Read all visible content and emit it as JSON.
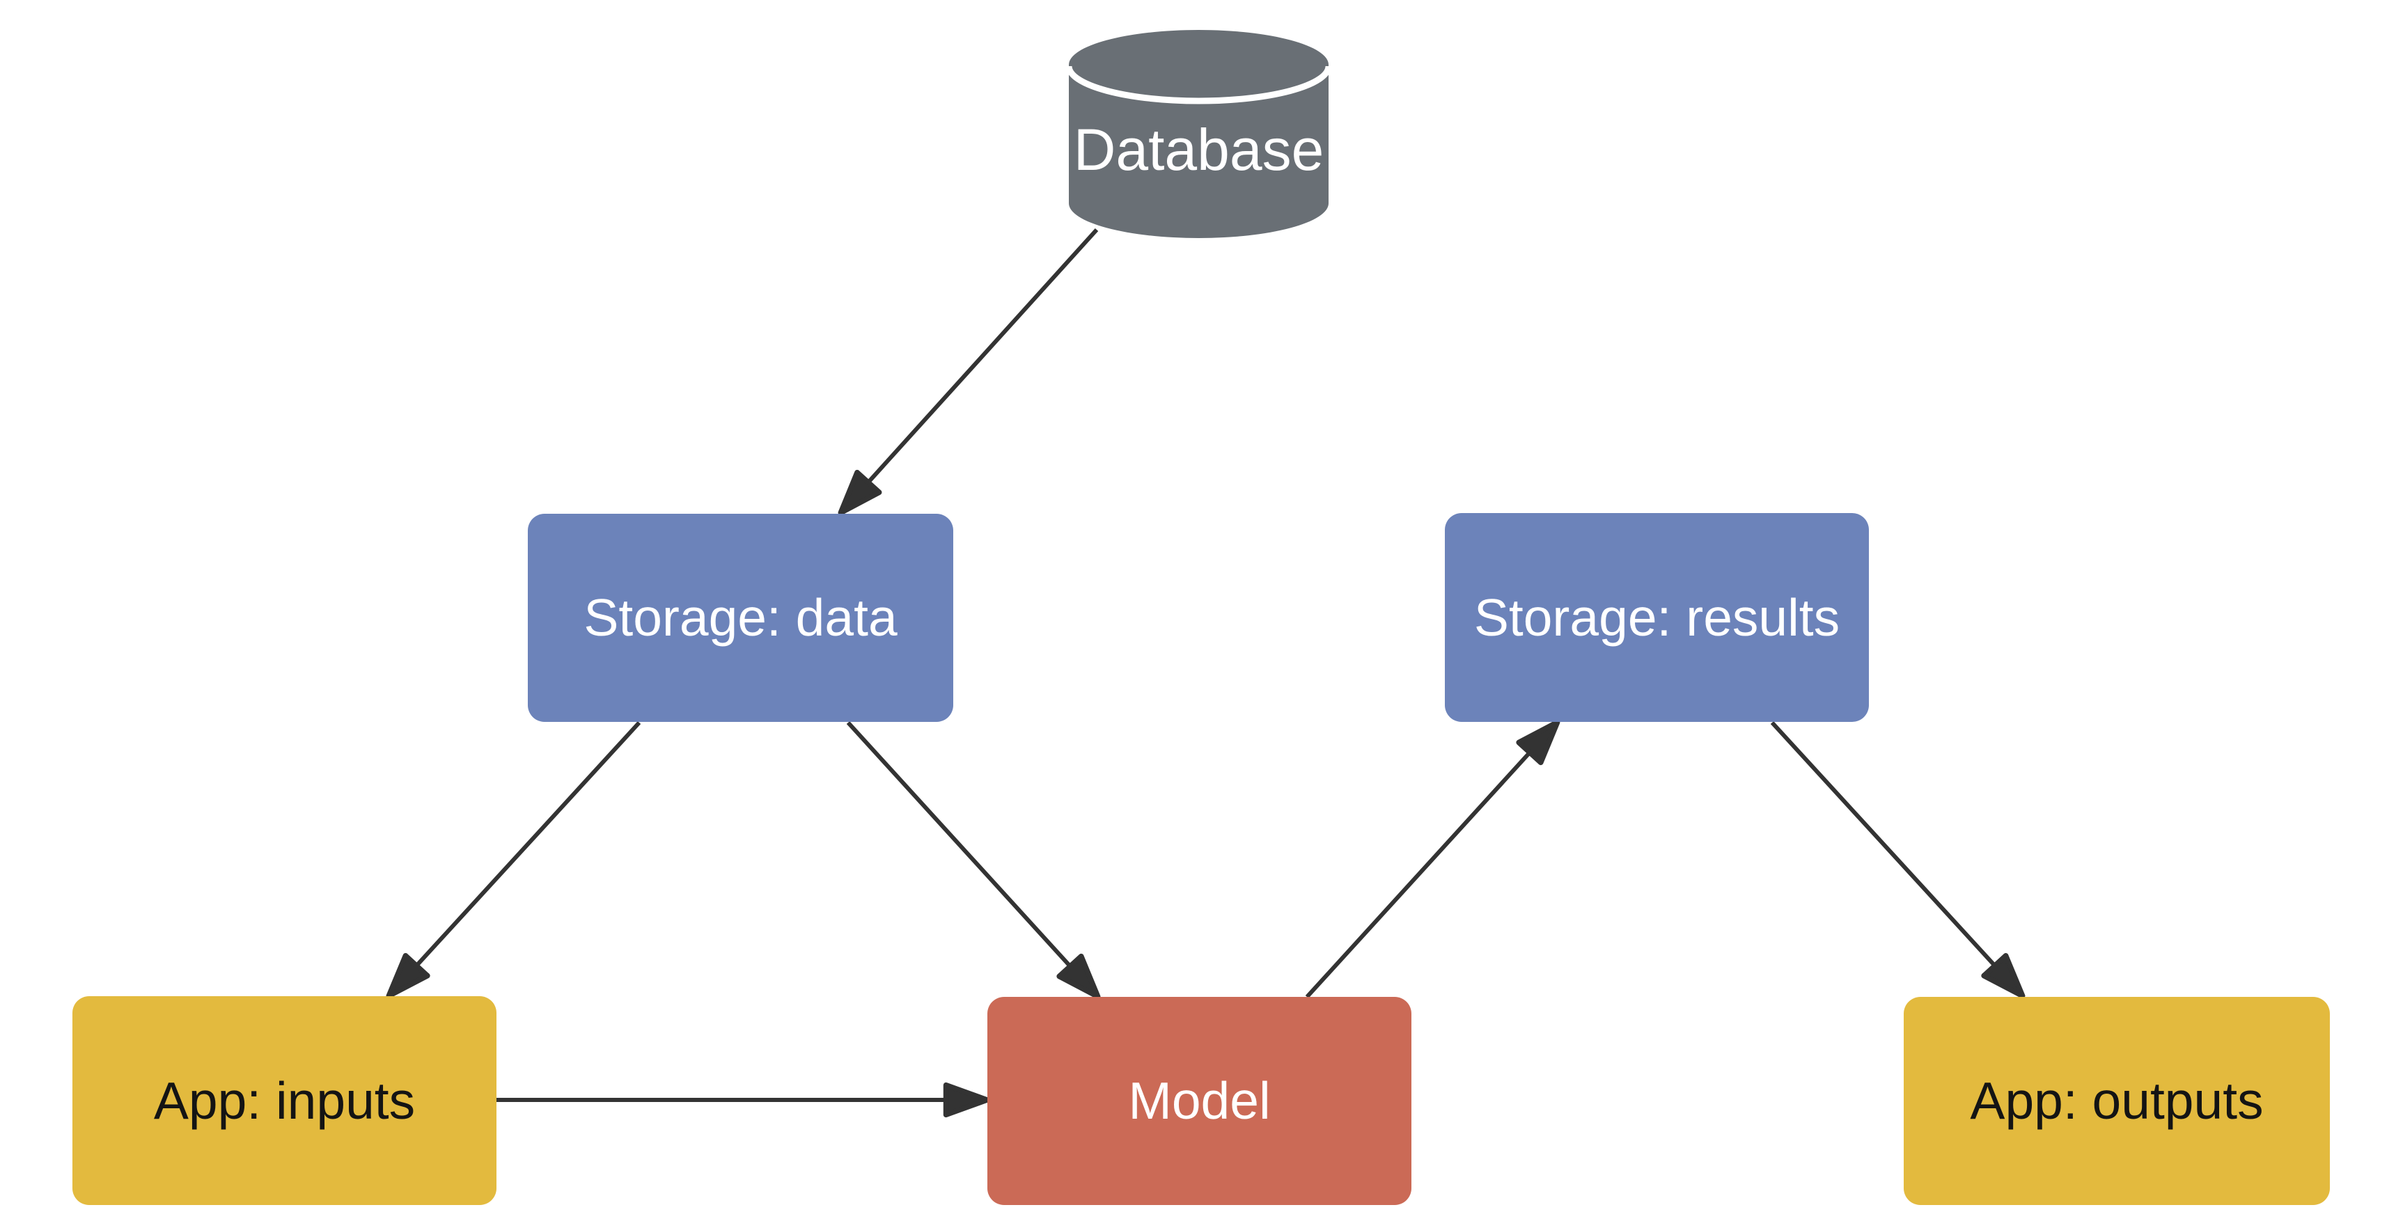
{
  "diagram": {
    "type": "flowchart",
    "background_color": "#ffffff",
    "arrow_color": "#333333",
    "nodes": [
      {
        "id": "database",
        "label": "Database",
        "shape": "cylinder",
        "fill": "#696f75",
        "text_color": "#ffffff"
      },
      {
        "id": "storage-data",
        "label": "Storage: data",
        "shape": "rounded-rect",
        "fill": "#6c83ba",
        "text_color": "#ffffff"
      },
      {
        "id": "storage-results",
        "label": "Storage: results",
        "shape": "rounded-rect",
        "fill": "#6c83ba",
        "text_color": "#ffffff"
      },
      {
        "id": "app-inputs",
        "label": "App: inputs",
        "shape": "rounded-rect",
        "fill": "#e3ba3e",
        "text_color": "#141414"
      },
      {
        "id": "model",
        "label": "Model",
        "shape": "rounded-rect",
        "fill": "#cb6a56",
        "text_color": "#ffffff"
      },
      {
        "id": "app-outputs",
        "label": "App: outputs",
        "shape": "rounded-rect",
        "fill": "#e3ba3e",
        "text_color": "#141414"
      }
    ],
    "edges": [
      {
        "from": "database",
        "to": "storage-data",
        "style": "arrow"
      },
      {
        "from": "storage-data",
        "to": "app-inputs",
        "style": "arrow"
      },
      {
        "from": "storage-data",
        "to": "model",
        "style": "arrow"
      },
      {
        "from": "app-inputs",
        "to": "model",
        "style": "arrow"
      },
      {
        "from": "model",
        "to": "storage-results",
        "style": "arrow"
      },
      {
        "from": "storage-results",
        "to": "app-outputs",
        "style": "arrow"
      }
    ]
  }
}
